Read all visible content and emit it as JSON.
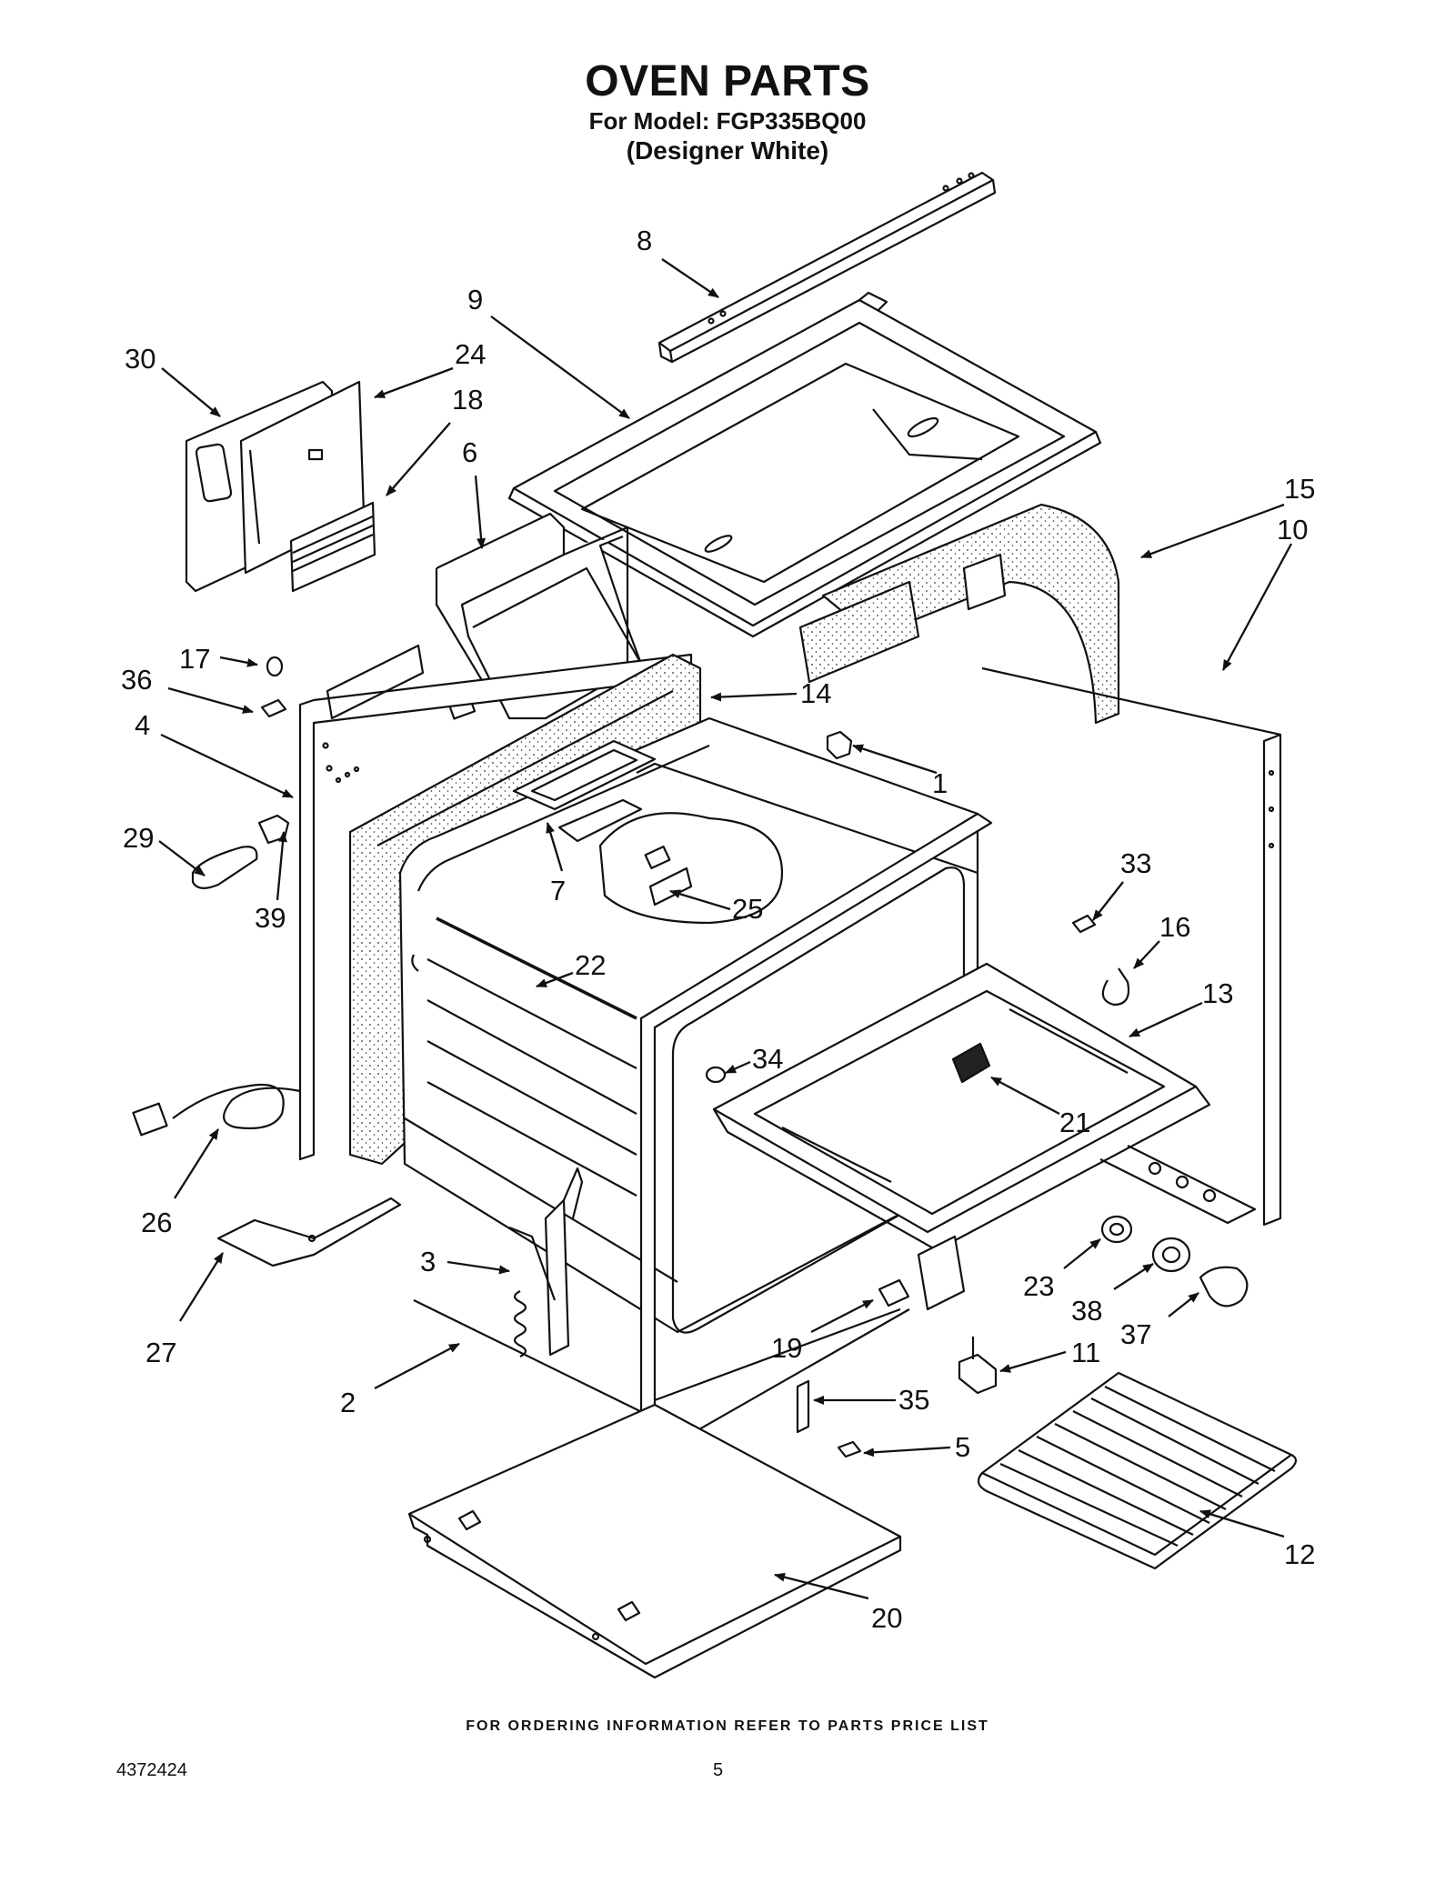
{
  "header": {
    "title": "OVEN PARTS",
    "model_line": "For Model: FGP335BQ00",
    "color_line": "(Designer White)"
  },
  "callouts": [
    "1",
    "2",
    "3",
    "4",
    "5",
    "6",
    "7",
    "8",
    "9",
    "10",
    "11",
    "12",
    "13",
    "14",
    "15",
    "16",
    "17",
    "18",
    "19",
    "20",
    "21",
    "22",
    "23",
    "24",
    "25",
    "26",
    "27",
    "29",
    "30",
    "33",
    "34",
    "35",
    "36",
    "37",
    "38",
    "39"
  ],
  "footer": {
    "ordering_note": "FOR ORDERING INFORMATION REFER TO PARTS PRICE LIST",
    "document_number": "4372424",
    "page_number": "5"
  }
}
